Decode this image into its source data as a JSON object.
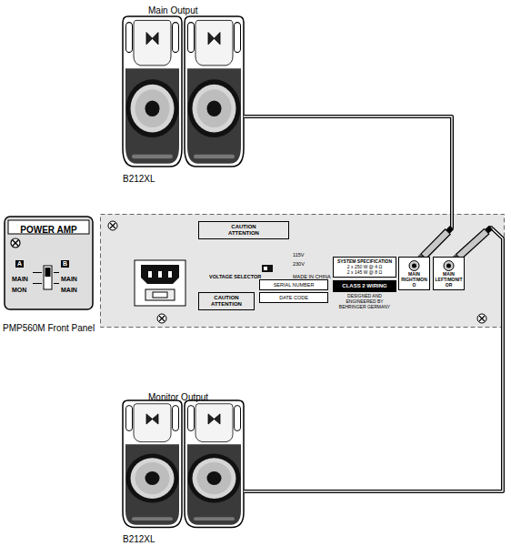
{
  "diagram": {
    "nodes": [
      {
        "text": [
          "Main Output",
          "B212XL"
        ]
      },
      {
        "text": [
          "POWER AMP",
          "A",
          "B",
          "MAIN",
          "MON",
          "MAIN",
          "MAIN",
          "PMP560M Front Panel"
        ]
      },
      {
        "text": [
          "VOLTAGE SELECTOR",
          "115V",
          "230V",
          "MADE IN CHINA",
          "DESIGNED AND ENGINEERED BY BEHRINGER GERMANY"
        ]
      },
      {
        "text": [
          "CAUTION",
          "ATTENTION"
        ],
        "in": 2
      },
      {
        "text": [
          "CAUTION",
          "ATTENTION"
        ],
        "in": 2
      },
      {
        "text": [
          "SERIAL NUMBER"
        ],
        "in": 2
      },
      {
        "text": [
          "DATE CODE"
        ],
        "in": 2
      },
      {
        "text": [
          "SYSTEM SPECIFICATION",
          "2 x 250 W @ 4 Ω",
          "2 x 145 W @ 8 Ω"
        ],
        "in": 2
      },
      {
        "text": [
          "CLASS 2 WIRING"
        ],
        "in": 2
      },
      {
        "text": [
          "MAIN RIGHT/MONO"
        ],
        "in": 2
      },
      {
        "text": [
          "MAIN LEFT/MONITOR"
        ],
        "in": 2
      },
      {
        "text": [
          "Monitor Output",
          "B212XL"
        ]
      }
    ],
    "edges": [
      {
        "from": 9,
        "to": 0,
        "arrow": "none"
      },
      {
        "from": 10,
        "to": 11,
        "arrow": "none"
      }
    ]
  }
}
